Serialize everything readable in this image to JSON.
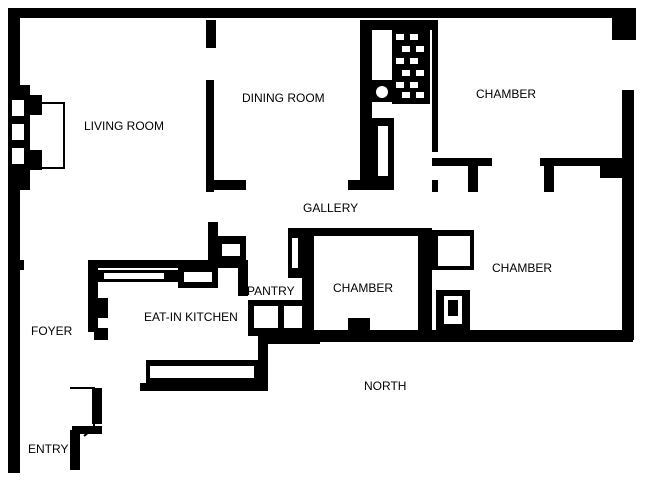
{
  "plan": {
    "rooms": {
      "living_room": "LIVING ROOM",
      "dining_room": "DINING ROOM",
      "chamber_top": "CHAMBER",
      "gallery": "GALLERY",
      "chamber_right": "CHAMBER",
      "pantry": "PANTRY",
      "chamber_middle": "CHAMBER",
      "eat_in_kitchen": "EAT-IN KITCHEN",
      "foyer": "FOYER",
      "north": "NORTH",
      "entry": "ENTRY"
    },
    "colors": {
      "wall": "#000000",
      "background": "#ffffff"
    }
  }
}
